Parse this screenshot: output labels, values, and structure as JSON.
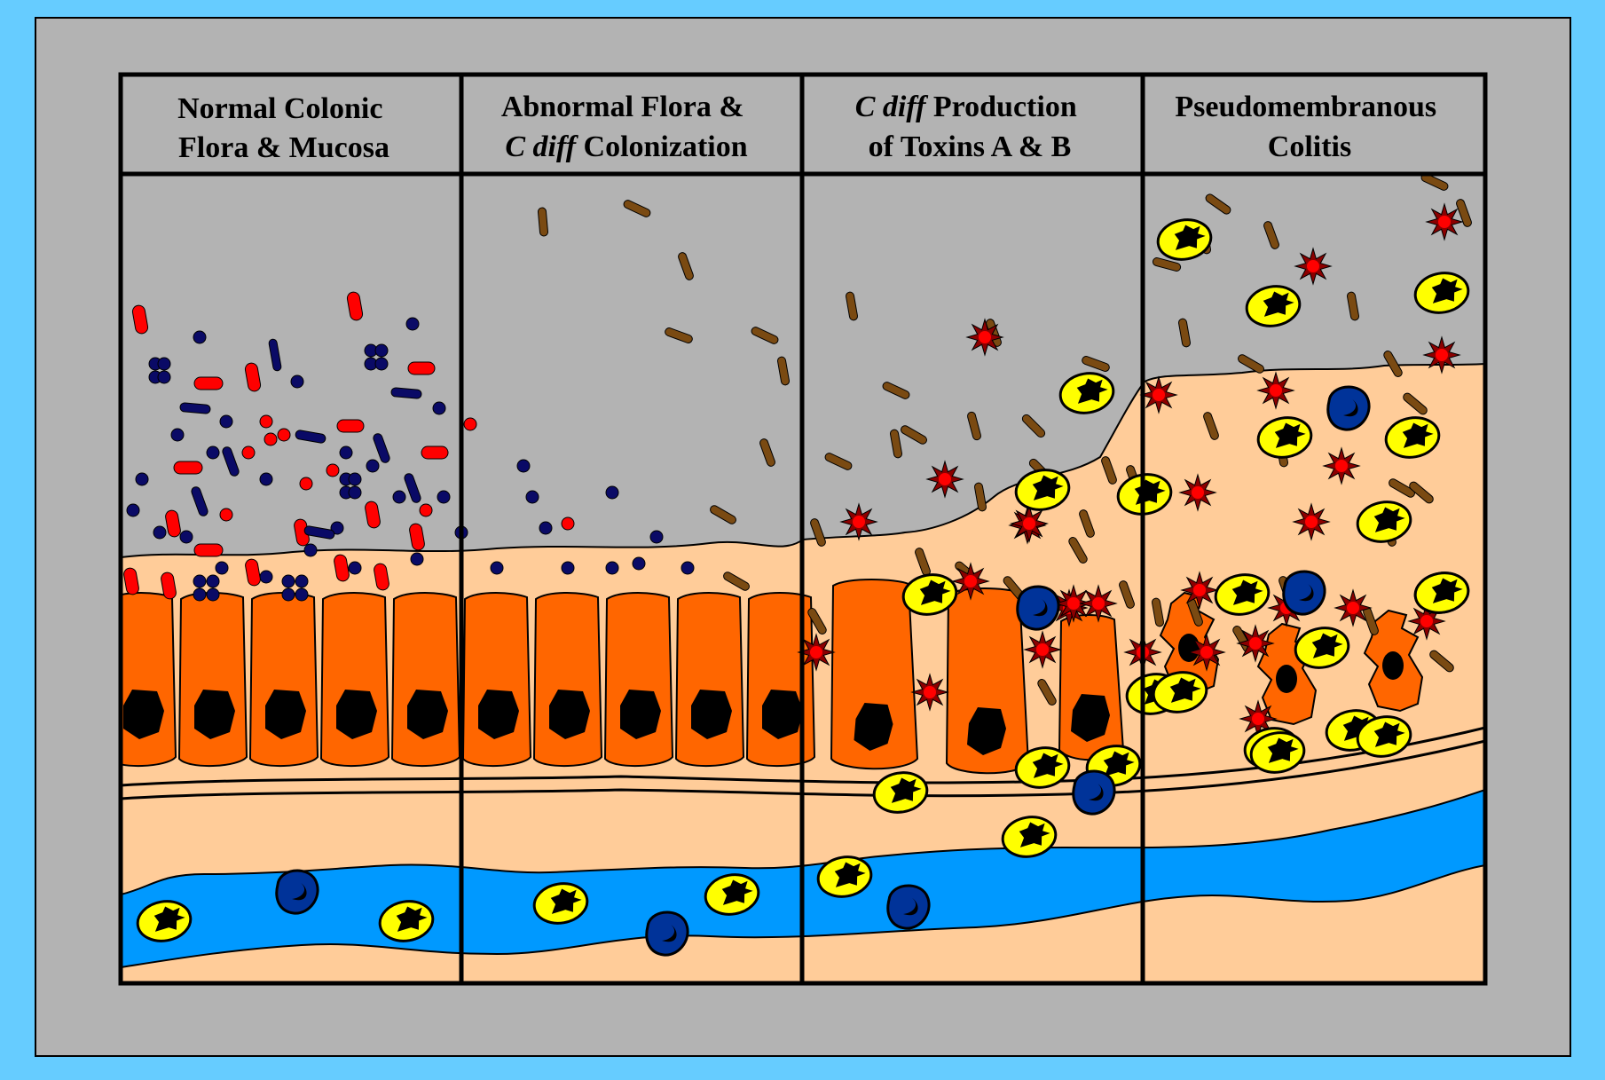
{
  "colors": {
    "outer_background": "#66ccff",
    "inner_panel": "#b3b3b3",
    "lumen": "#b3b3b3",
    "mucosa": "#ffcc99",
    "epithelial_cell": "#ff6600",
    "blood_vessel": "#0099ff",
    "neutrophil": "#ffff00",
    "lymphocyte": "#003399",
    "c_diff_rod": "#7a4a12",
    "toxin": "#ff0000",
    "normal_flora_red": "#ff0000",
    "normal_flora_blue": "#0a0a66"
  },
  "panels": [
    {
      "line1": [
        "Normal Colonic"
      ],
      "line2": [
        "Flora & Mucosa"
      ]
    },
    {
      "line1": [
        "Abnormal Flora &"
      ],
      "line2_italic": "C diff",
      "line2": " Colonization"
    },
    {
      "line1_italic": "C diff",
      "line1": " Production",
      "line2": "of Toxins A & B"
    },
    {
      "line1": "Pseudomembranous",
      "line2": "Colitis"
    }
  ],
  "legend_icons": [
    "c-diff-rod-icon",
    "toxin-star-icon",
    "neutrophil-icon",
    "lymphocyte-icon",
    "bacteria-rod-icon",
    "coccus-icon"
  ]
}
